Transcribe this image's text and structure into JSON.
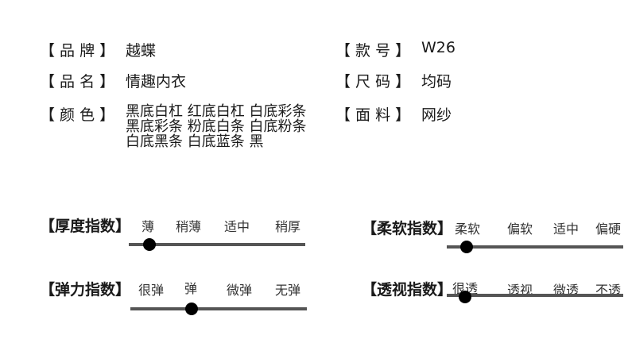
{
  "attributes": {
    "brand": {
      "label": "【 品 牌 】",
      "value": "越蝶"
    },
    "item_no": {
      "label": "【 款 号 】",
      "value": "W26"
    },
    "name": {
      "label": "【 品 名 】",
      "value": "情趣内衣"
    },
    "size": {
      "label": "【 尺 码 】",
      "value": "均码"
    },
    "color": {
      "label": "【 颜 色 】",
      "lines": [
        "黑底白杠 红底白杠 白底彩条",
        "黑底彩条 粉底白条 白底粉条",
        "白底黑条 白底蓝条 黑"
      ]
    },
    "material": {
      "label": "【 面 料 】",
      "value": "网纱"
    }
  },
  "scales": {
    "thickness": {
      "title": "【厚度指数】",
      "ticks": [
        "薄",
        "稍薄",
        "适中",
        "稍厚"
      ],
      "selected_index": 0
    },
    "softness": {
      "title": "【柔软指数】",
      "ticks": [
        "柔软",
        "偏软",
        "适中",
        "偏硬"
      ],
      "selected_index": 0
    },
    "elasticity": {
      "title": "【弹力指数】",
      "ticks": [
        "很弹",
        "弹",
        "微弹",
        "无弹"
      ],
      "selected_index": 1
    },
    "transparency": {
      "title": "【透视指数】",
      "ticks": [
        "很透",
        "透视",
        "微透",
        "不透"
      ],
      "selected_index": 0
    }
  }
}
